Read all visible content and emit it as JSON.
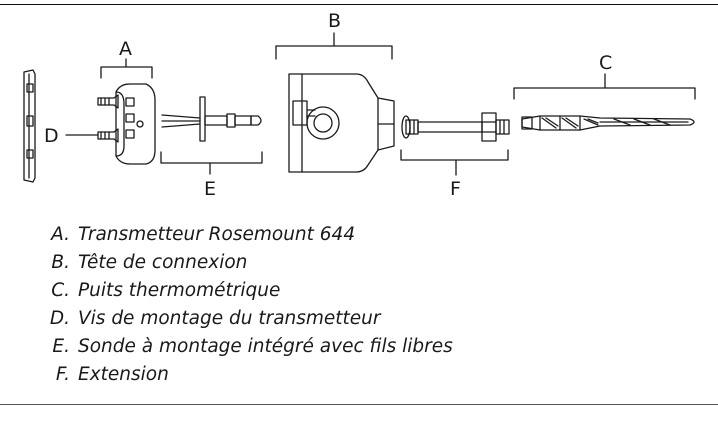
{
  "callouts": {
    "a": "A",
    "b": "B",
    "c": "C",
    "d": "D",
    "e": "E",
    "f": "F"
  },
  "legend": [
    {
      "key": "A.",
      "text": "Transmetteur Rosemount 644"
    },
    {
      "key": "B.",
      "text": "Tête de connexion"
    },
    {
      "key": "C.",
      "text": "Puits thermométrique"
    },
    {
      "key": "D.",
      "text": "Vis de montage du transmetteur"
    },
    {
      "key": "E.",
      "text": "Sonde à montage intégré avec fils libres"
    },
    {
      "key": "F.",
      "text": "Extension"
    }
  ]
}
